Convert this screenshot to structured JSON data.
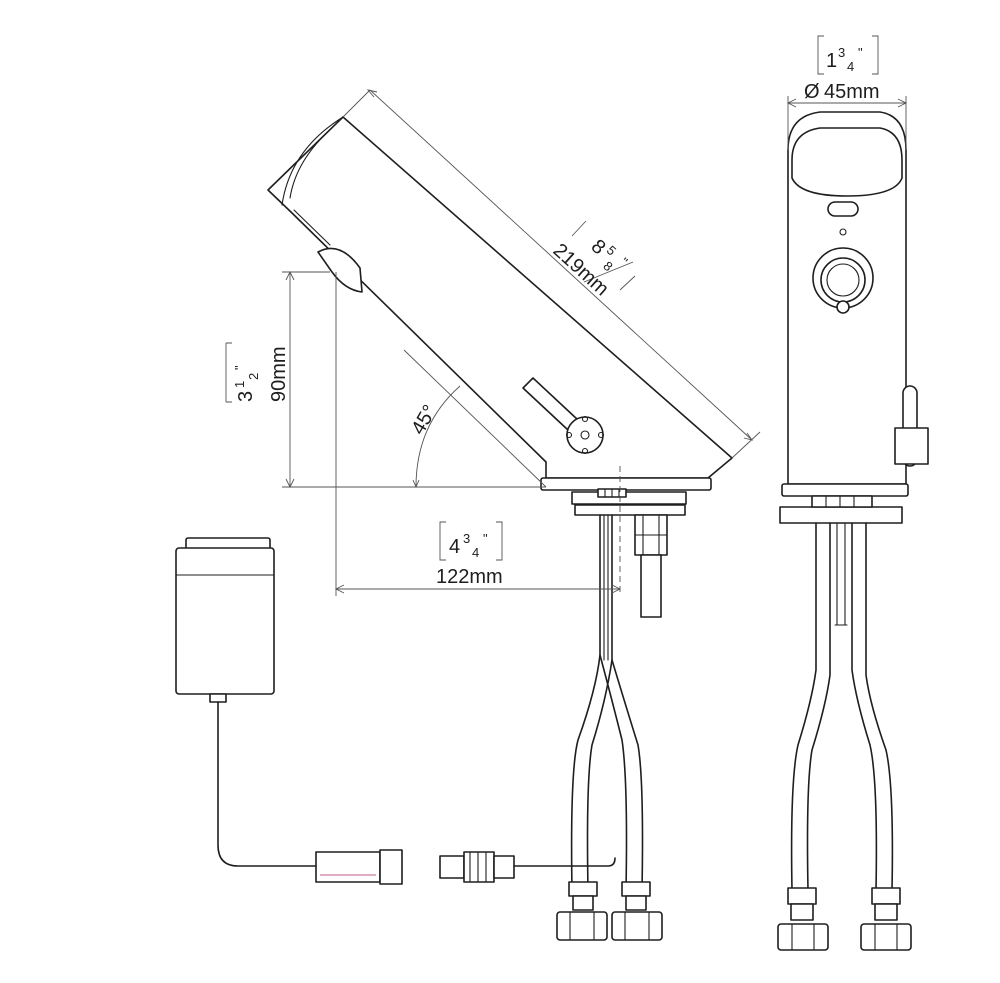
{
  "dimensions": {
    "length": {
      "metric": "219mm",
      "imperial_whole": "8",
      "imperial_num": "5",
      "imperial_den": "8",
      "inch_mark": "\""
    },
    "height": {
      "metric": "90mm",
      "imperial_whole": "3",
      "imperial_num": "1",
      "imperial_den": "2",
      "inch_mark": "\""
    },
    "reach": {
      "metric": "122mm",
      "imperial_whole": "4",
      "imperial_num": "3",
      "imperial_den": "4",
      "inch_mark": "\""
    },
    "diameter": {
      "metric": "45mm",
      "symbol": "Ø",
      "imperial_whole": "1",
      "imperial_num": "3",
      "imperial_den": "4",
      "inch_mark": "\""
    },
    "angle": {
      "value": "45°"
    }
  }
}
